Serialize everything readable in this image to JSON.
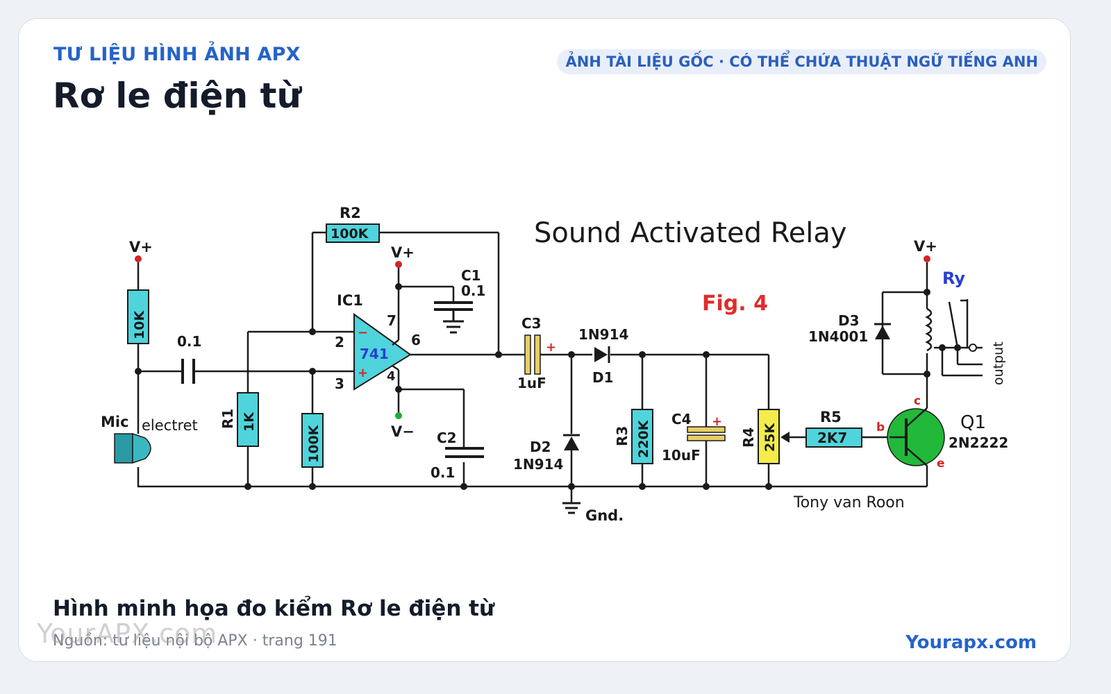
{
  "header": {
    "eyebrow": "TƯ LIỆU HÌNH ẢNH APX",
    "title": "Rơ le điện từ",
    "notice": "ẢNH TÀI LIỆU GỐC · CÓ THỂ CHỨA THUẬT NGỮ TIẾNG ANH"
  },
  "figure": {
    "title": "Sound Activated Relay",
    "fig_label": "Fig. 4",
    "author": "Tony van Roon",
    "gnd": "Gnd.",
    "vplus": "V+",
    "vminus": "V−",
    "mic_label": "Mic",
    "mic_type": "electret",
    "ic_name": "IC1",
    "ic_part": "741",
    "ic_pin2": "2",
    "ic_pin3": "3",
    "ic_pin4": "4",
    "ic_pin6": "6",
    "ic_pin7": "7",
    "ic_minus": "−",
    "ic_plus": "+",
    "r_top_value": "10K",
    "cin_value": "0.1",
    "r1_name": "R1",
    "r1_value": "1K",
    "r_bias_value": "100K",
    "r2_name": "R2",
    "r2_value": "100K",
    "c1_name": "C1",
    "c1_value": "0.1",
    "c2_name": "C2",
    "c2_value": "0.1",
    "c3_name": "C3",
    "c3_value": "1uF",
    "d1_part": "1N914",
    "d1_name": "D1",
    "d2_name": "D2",
    "d2_part": "1N914",
    "r3_name": "R3",
    "r3_value": "220K",
    "c4_name": "C4",
    "c4_value": "10uF",
    "r4_name": "R4",
    "r4_value": "25K",
    "r5_name": "R5",
    "r5_value": "2K7",
    "q1_name": "Q1",
    "q1_part": "2N2222",
    "q_b": "b",
    "q_c": "c",
    "q_e": "e",
    "d3_name": "D3",
    "d3_part": "1N4001",
    "relay_name": "Ry",
    "output_label": "output",
    "polarity_plus": "+"
  },
  "caption": "Hình minh họa đo kiểm Rơ le điện từ",
  "source": "Nguồn: tư liệu nội bộ APX · trang 191",
  "watermark": "YourAPX.com",
  "brand": "Yourapx.com",
  "colors": {
    "accent": "#2563c9",
    "resistor_fill": "#4fd4dc",
    "pot_fill": "#f3ec4a",
    "opamp_fill": "#4fd4dc",
    "transistor_fill": "#22b83a",
    "fig_label": "#e12b2b",
    "relay_label": "#2a3fd0"
  }
}
